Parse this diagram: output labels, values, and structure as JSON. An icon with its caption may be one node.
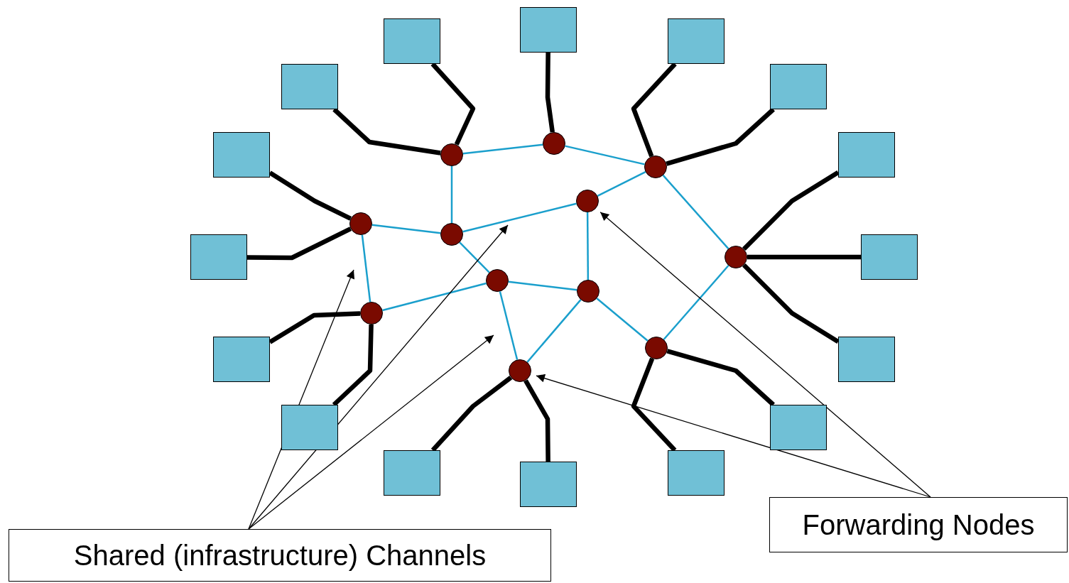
{
  "diagram": {
    "nodes": [
      {
        "text": [],
        "shape": "box"
      },
      {
        "text": [],
        "shape": "box"
      },
      {
        "text": [],
        "shape": "box"
      },
      {
        "text": [],
        "shape": "box"
      },
      {
        "text": [],
        "shape": "box"
      },
      {
        "text": [],
        "shape": "box"
      },
      {
        "text": [],
        "shape": "box"
      },
      {
        "text": [],
        "shape": "box"
      },
      {
        "text": [],
        "shape": "box"
      },
      {
        "text": [],
        "shape": "box"
      },
      {
        "text": [],
        "shape": "box"
      },
      {
        "text": [],
        "shape": "box"
      },
      {
        "text": [],
        "shape": "box"
      },
      {
        "text": [],
        "shape": "box"
      },
      {
        "text": [],
        "shape": "box"
      },
      {
        "text": [],
        "shape": "box"
      },
      {
        "text": [],
        "shape": "circle"
      },
      {
        "text": [],
        "shape": "circle"
      },
      {
        "text": [],
        "shape": "circle"
      },
      {
        "text": [],
        "shape": "circle"
      },
      {
        "text": [],
        "shape": "circle"
      },
      {
        "text": [],
        "shape": "circle"
      },
      {
        "text": [],
        "shape": "circle"
      },
      {
        "text": [],
        "shape": "circle"
      },
      {
        "text": [],
        "shape": "circle"
      },
      {
        "text": [],
        "shape": "circle"
      },
      {
        "text": [],
        "shape": "circle"
      },
      {
        "text": [],
        "shape": "circle"
      },
      {
        "text": [
          "Shared (infrastructure) Channels"
        ]
      },
      {
        "text": [
          "Forwarding Nodes"
        ]
      }
    ],
    "edges": [
      {
        "from": 0,
        "to": 16,
        "arrow": "none",
        "style": "thick"
      },
      {
        "from": 1,
        "to": 17,
        "arrow": "none",
        "style": "thick"
      },
      {
        "from": 2,
        "to": 18,
        "arrow": "none",
        "style": "thick"
      },
      {
        "from": 3,
        "to": 16,
        "arrow": "none",
        "style": "thick"
      },
      {
        "from": 4,
        "to": 18,
        "arrow": "none",
        "style": "thick"
      },
      {
        "from": 5,
        "to": 19,
        "arrow": "none",
        "style": "thick"
      },
      {
        "from": 6,
        "to": 22,
        "arrow": "none",
        "style": "thick"
      },
      {
        "from": 7,
        "to": 19,
        "arrow": "none",
        "style": "thick"
      },
      {
        "from": 8,
        "to": 22,
        "arrow": "none",
        "style": "thick"
      },
      {
        "from": 9,
        "to": 25,
        "arrow": "none",
        "style": "thick"
      },
      {
        "from": 10,
        "to": 22,
        "arrow": "none",
        "style": "thick"
      },
      {
        "from": 11,
        "to": 25,
        "arrow": "none",
        "style": "thick"
      },
      {
        "from": 12,
        "to": 26,
        "arrow": "none",
        "style": "thick"
      },
      {
        "from": 13,
        "to": 27,
        "arrow": "none",
        "style": "thick"
      },
      {
        "from": 14,
        "to": 27,
        "arrow": "none",
        "style": "thick"
      },
      {
        "from": 15,
        "to": 26,
        "arrow": "none",
        "style": "thick"
      },
      {
        "from": 16,
        "to": 17,
        "arrow": "none",
        "color": "#1a9fcc"
      },
      {
        "from": 17,
        "to": 18,
        "arrow": "none",
        "color": "#1a9fcc"
      },
      {
        "from": 16,
        "to": 20,
        "arrow": "none",
        "color": "#1a9fcc"
      },
      {
        "from": 19,
        "to": 20,
        "arrow": "none",
        "color": "#1a9fcc"
      },
      {
        "from": 20,
        "to": 21,
        "arrow": "none",
        "color": "#1a9fcc"
      },
      {
        "from": 18,
        "to": 21,
        "arrow": "none",
        "color": "#1a9fcc"
      },
      {
        "from": 19,
        "to": 25,
        "arrow": "none",
        "color": "#1a9fcc"
      },
      {
        "from": 20,
        "to": 23,
        "arrow": "none",
        "color": "#1a9fcc"
      },
      {
        "from": 21,
        "to": 24,
        "arrow": "none",
        "color": "#1a9fcc"
      },
      {
        "from": 25,
        "to": 23,
        "arrow": "none",
        "color": "#1a9fcc"
      },
      {
        "from": 23,
        "to": 24,
        "arrow": "none",
        "color": "#1a9fcc"
      },
      {
        "from": 23,
        "to": 27,
        "arrow": "none",
        "color": "#1a9fcc"
      },
      {
        "from": 27,
        "to": 24,
        "arrow": "none",
        "color": "#1a9fcc"
      },
      {
        "from": 24,
        "to": 26,
        "arrow": "none",
        "color": "#1a9fcc"
      },
      {
        "from": 26,
        "to": 22,
        "arrow": "none",
        "color": "#1a9fcc"
      },
      {
        "from": 18,
        "to": 22,
        "arrow": "none",
        "color": "#1a9fcc"
      },
      {
        "from": 28,
        "to": null,
        "arrow": "to"
      },
      {
        "from": 28,
        "to": null,
        "arrow": "to"
      },
      {
        "from": 28,
        "to": null,
        "arrow": "to"
      },
      {
        "from": 29,
        "to": 21,
        "arrow": "to"
      },
      {
        "from": 29,
        "to": 27,
        "arrow": "to"
      }
    ]
  }
}
